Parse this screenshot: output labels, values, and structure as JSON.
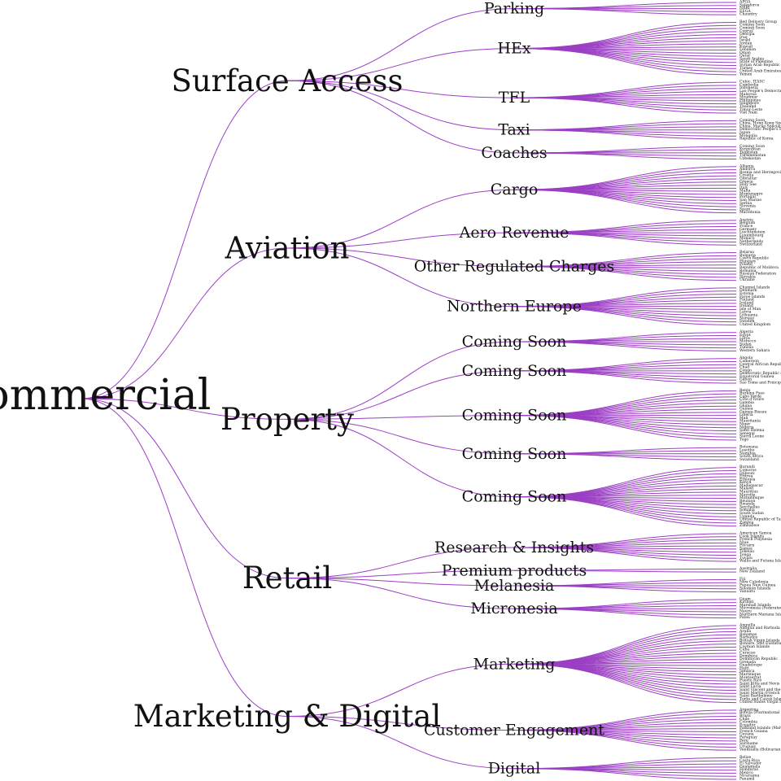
{
  "chart_data": {
    "type": "tree",
    "link_color": "#9b3fc4",
    "root": {
      "label": "Commercial",
      "children": [
        {
          "label": "Surface Access",
          "children": [
            {
              "label": "Parking",
              "children": [
                "APOA",
                "Salesforce",
                "NARI",
                "EEGA",
                "Chauntry"
              ]
            },
            {
              "label": "HEx",
              "children": [
                "Red Delivery Group",
                "Coming Soon",
                "Coming Soon",
                "Cyprus",
                "Georgia",
                "Iraq",
                "Israel",
                "Jordan",
                "Kuwait",
                "Lebanon",
                "Oman",
                "Qatar",
                "Saudi Arabia",
                "State of Palestine",
                "Syrian Arab Republic",
                "Turkey",
                "United Arab Emirates",
                "Yemen"
              ]
            },
            {
              "label": "TFL",
              "children": [
                "Cubic, ITASC",
                "Cambodia",
                "Indonesia",
                "Lao People's Democratic Republic",
                "Malaysia",
                "Myanmar",
                "Philippines",
                "Singapore",
                "Thailand",
                "Timor-Leste",
                "Viet Nam"
              ]
            },
            {
              "label": "Taxi",
              "children": [
                "Coming Soon",
                "China, Hong Kong Special Administrative Region",
                "China, Macao Special Administrative Region",
                "Democratic People's Republic of Korea",
                "Japan",
                "Mongolia",
                "Republic of Korea"
              ]
            },
            {
              "label": "Coaches",
              "children": [
                "Coming Soon",
                "Kyrgyzstan",
                "Tajikistan",
                "Turkmenistan",
                "Uzbekistan"
              ]
            }
          ]
        },
        {
          "label": "Aviation",
          "children": [
            {
              "label": "Cargo",
              "children": [
                "Albania",
                "Andorra",
                "Bosnia and Herzegovina",
                "Croatia",
                "Gibraltar",
                "Greece",
                "Holy See",
                "Italy",
                "Malta",
                "Montenegro",
                "Portugal",
                "San Marino",
                "Serbia",
                "Slovenia",
                "Spain",
                "Macedonia"
              ]
            },
            {
              "label": "Aero Revenue",
              "children": [
                "Austria",
                "Belgium",
                "France",
                "Germany",
                "Liechtenstein",
                "Luxembourg",
                "Monaco",
                "Netherlands",
                "Switzerland"
              ]
            },
            {
              "label": "Other Regulated Charges",
              "children": [
                "Belarus",
                "Bulgaria",
                "Czech Republic",
                "Hungary",
                "Poland",
                "Republic of Moldova",
                "Romania",
                "Russian Federation",
                "Slovakia",
                "Ukraine"
              ]
            },
            {
              "label": "Northern Europe",
              "children": [
                "Channel Islands",
                "Denmark",
                "Estonia",
                "Faroe Islands",
                "Finland",
                "Iceland",
                "Ireland",
                "Isle of Man",
                "Latvia",
                "Lithuania",
                "Norway",
                "Sweden",
                "United Kingdom"
              ]
            }
          ]
        },
        {
          "label": "Property",
          "children": [
            {
              "label": "Coming Soon",
              "children": [
                "Algeria",
                "Egypt",
                "Libya",
                "Morocco",
                "Sudan",
                "Tunisia",
                "Western Sahara"
              ]
            },
            {
              "label": "Coming Soon",
              "children": [
                "Angola",
                "Cameroon",
                "Central African Republic",
                "Chad",
                "Congo",
                "Democratic Republic of the Congo",
                "Equatorial Guinea",
                "Gabon",
                "Sao Tome and Principe"
              ]
            },
            {
              "label": "Coming Soon",
              "children": [
                "Benin",
                "Burkina Faso",
                "Cabo Verde",
                "Côte d'Ivoire",
                "Gambia",
                "Ghana",
                "Guinea",
                "Guinea-Bissau",
                "Liberia",
                "Mali",
                "Mauritania",
                "Niger",
                "Nigeria",
                "Saint Helena",
                "Senegal",
                "Sierra Leone",
                "Togo"
              ]
            },
            {
              "label": "Coming Soon",
              "children": [
                "Botswana",
                "Lesotho",
                "Namibia",
                "South Africa",
                "Swaziland"
              ]
            },
            {
              "label": "Coming Soon",
              "children": [
                "Burundi",
                "Comoros",
                "Djibouti",
                "Eritrea",
                "Ethiopia",
                "Kenya",
                "Madagascar",
                "Malawi",
                "Mauritius",
                "Mayotte",
                "Mozambique",
                "Réunion",
                "Rwanda",
                "Seychelles",
                "Somalia",
                "South Sudan",
                "Uganda",
                "United Republic of Tanzania",
                "Zambia",
                "Zimbabwe"
              ]
            }
          ]
        },
        {
          "label": "Retail",
          "children": [
            {
              "label": "Research & Insights",
              "children": [
                "American Samoa",
                "Cook Islands",
                "French Polynesia",
                "Niue",
                "Pitcairn",
                "Samoa",
                "Tokelau",
                "Tonga",
                "Tuvalu",
                "Wallis and Futuna Islands"
              ]
            },
            {
              "label": "Premium products",
              "children": [
                "Australia",
                "New Zealand"
              ]
            },
            {
              "label": "Melanesia",
              "children": [
                "Fiji",
                "New Caledonia",
                "Papua New Guinea",
                "Solomon Islands",
                "Vanuatu"
              ]
            },
            {
              "label": "Micronesia",
              "children": [
                "Guam",
                "Kiribati",
                "Marshall Islands",
                "Micronesia (Federated States of)",
                "Nauru",
                "Northern Mariana Islands",
                "Palau"
              ]
            }
          ]
        },
        {
          "label": "Marketing & Digital",
          "children": [
            {
              "label": "Marketing",
              "children": [
                "Anguilla",
                "Antigua and Barbuda",
                "Aruba",
                "Bahamas",
                "Barbados",
                "British Virgin Islands",
                "Bonaire, Sint Eustatius and Saba",
                "Cayman Islands",
                "Cuba",
                "Curaçao",
                "Dominica",
                "Dominican Republic",
                "Grenada",
                "Guadeloupe",
                "Haiti",
                "Jamaica",
                "Martinique",
                "Montserrat",
                "Puerto Rico",
                "Saint Kitts and Nevis",
                "Saint Lucia",
                "Saint Vincent and the Grenadines",
                "Saint Martin (French part)",
                "Saint Barthélemy",
                "Turks and Caicos Islands",
                "United States Virgin Islands"
              ]
            },
            {
              "label": "Customer Engagement",
              "children": [
                "Argentina",
                "Bolivia (Plurinational State of)",
                "Brazil",
                "Chile",
                "Colombia",
                "Ecuador",
                "Falkland Islands (Malvinas)",
                "French Guiana",
                "Guyana",
                "Paraguay",
                "Peru",
                "Suriname",
                "Uruguay",
                "Venezuela (Bolivarian Republic of)"
              ]
            },
            {
              "label": "Digital",
              "children": [
                "Belize",
                "Costa Rica",
                "El Salvador",
                "Guatemala",
                "Honduras",
                "Mexico",
                "Nicaragua",
                "Panama"
              ]
            }
          ]
        }
      ]
    }
  }
}
